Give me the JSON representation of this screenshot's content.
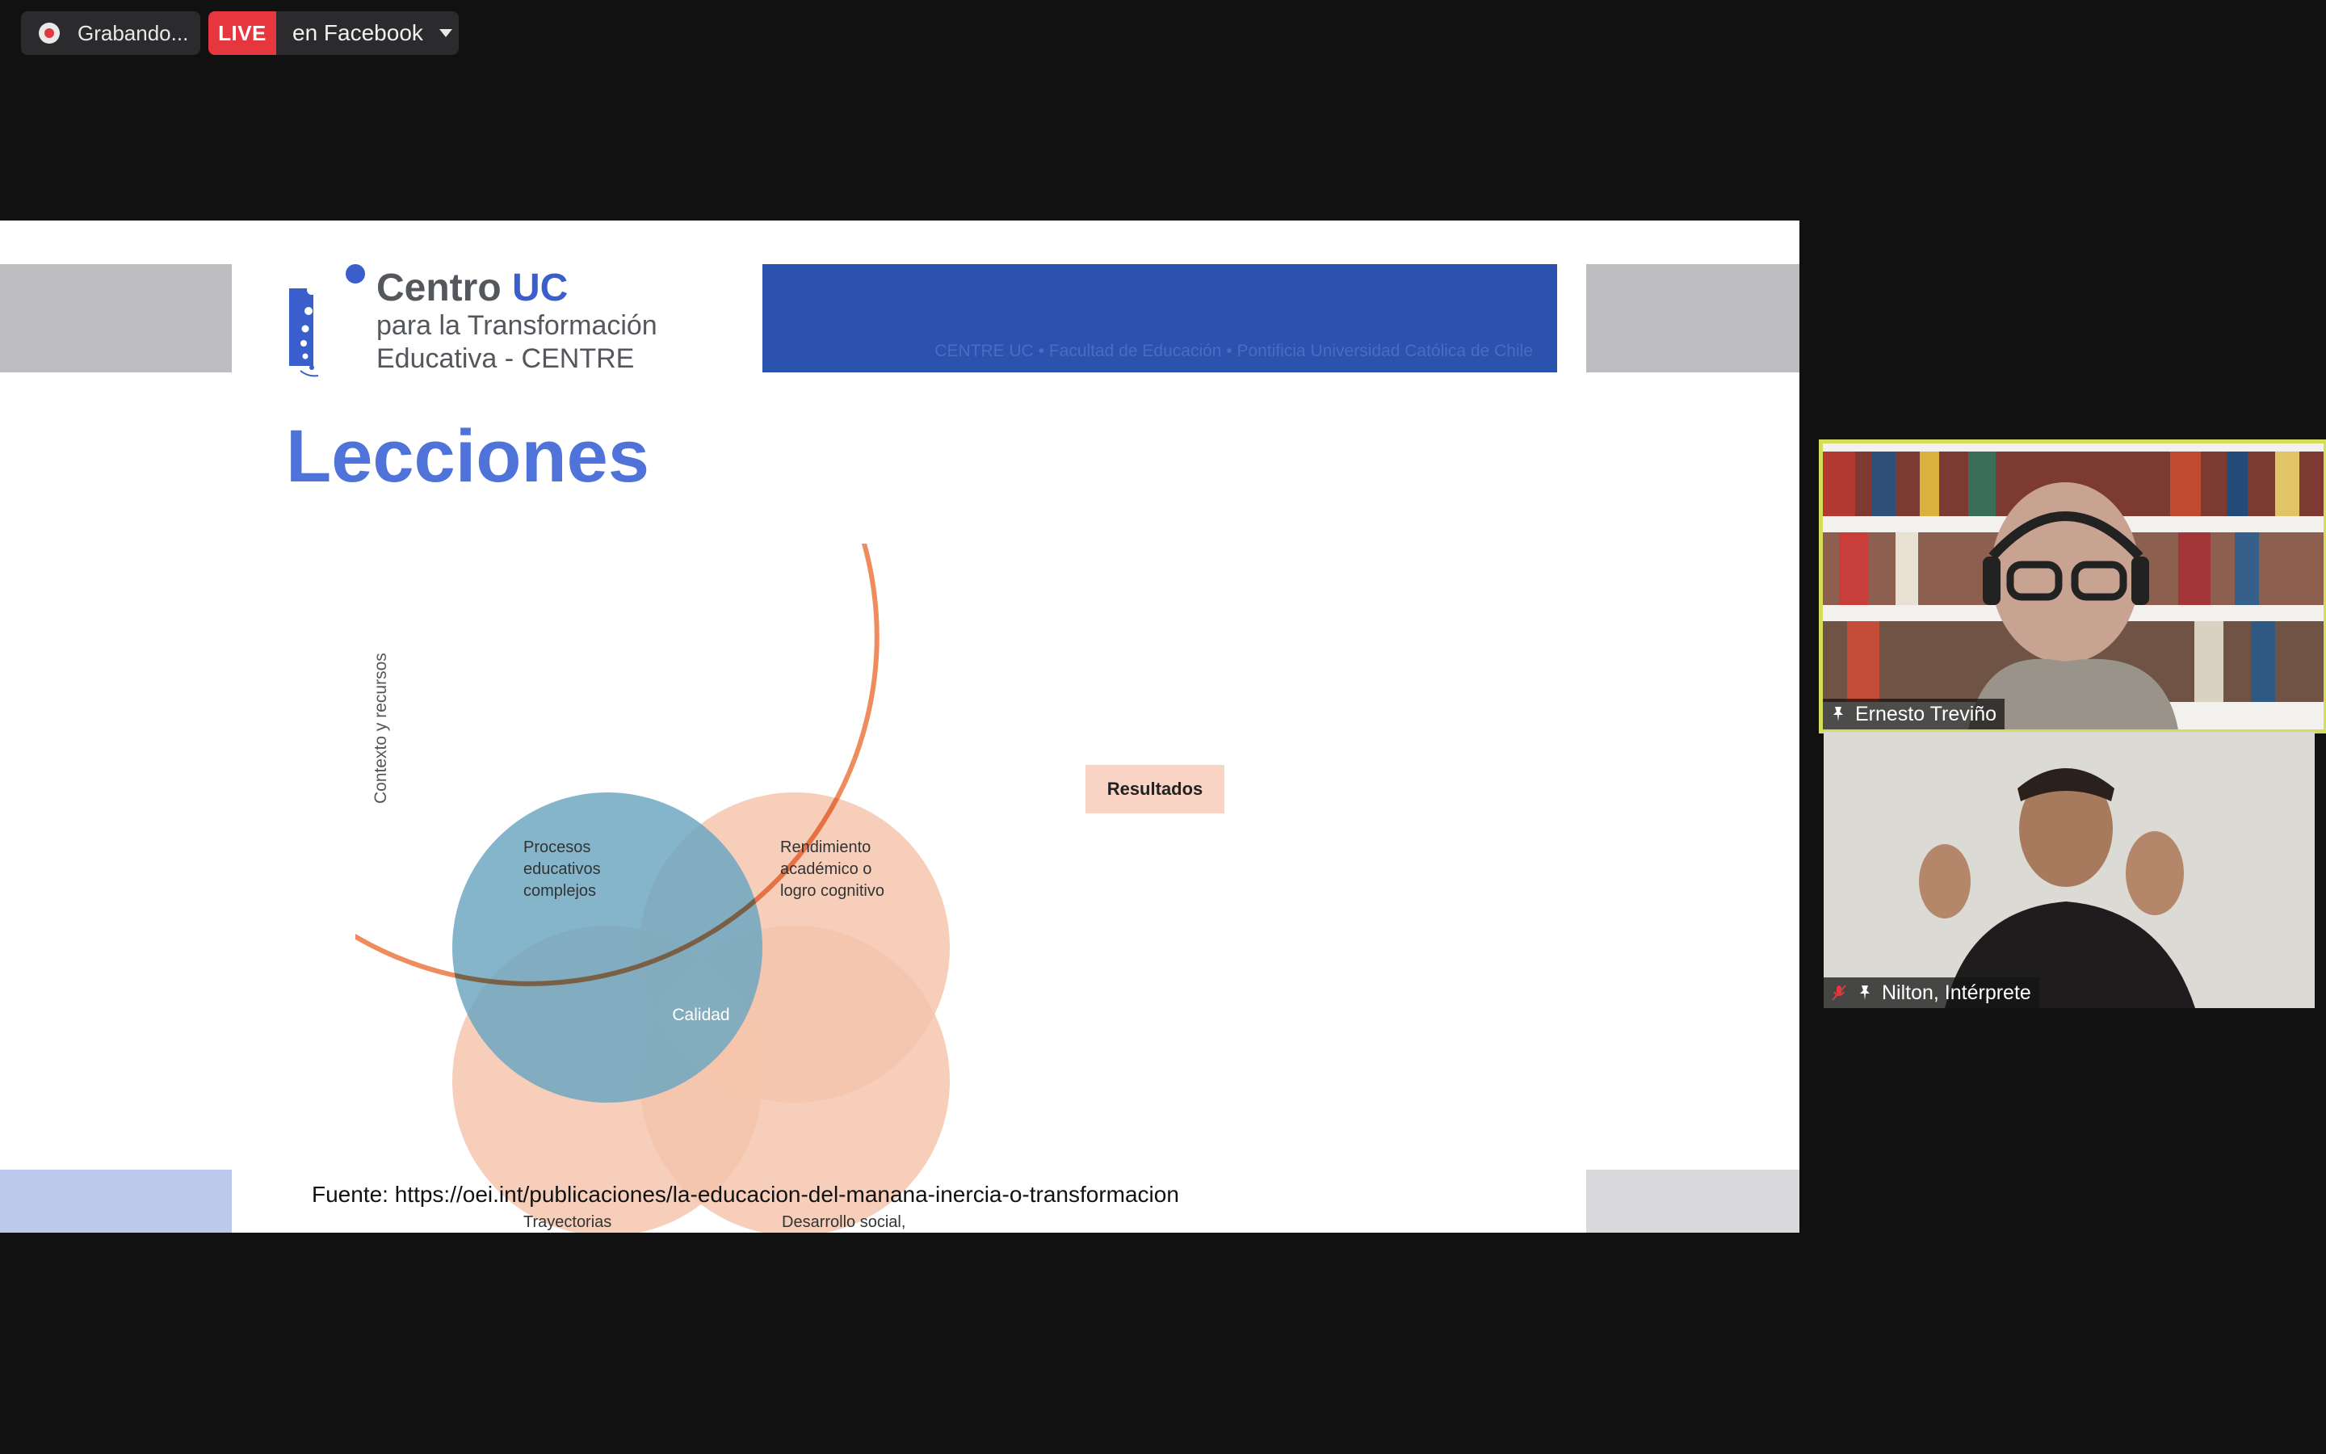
{
  "status_bar": {
    "recording_label": "Grabando...",
    "live_badge": "LIVE",
    "live_destination": "en Facebook"
  },
  "slide": {
    "logo_title_main": "Centro ",
    "logo_title_accent": "UC",
    "logo_sub_line1": "para la Transformación",
    "logo_sub_line2": "Educativa - CENTRE",
    "header_bar_text": "CENTRE UC  •  Facultad de Educación  •  Pontificia Universidad Católica de Chile",
    "title": "Lecciones",
    "venn": {
      "side_label": "Contexto y recursos",
      "circles": [
        {
          "label": "Procesos educativos complejos",
          "color": "#6ea8c2"
        },
        {
          "label": "Rendimiento académico o logro cognitivo",
          "color": "#f6c5ad"
        },
        {
          "label": "Trayectorias escolares positivas",
          "color": "#f6c5ad"
        },
        {
          "label": "Desarrollo social, emocional, físico y ciudadano",
          "color": "#f6c5ad"
        }
      ],
      "center_label": "Calidad",
      "arc_color": "#ee8c5d"
    },
    "results_label": "Resultados",
    "source": "Fuente: https://oei.int/publicaciones/la-educacion-del-manana-inercia-o-transformacion"
  },
  "participants": [
    {
      "name": "Ernesto Treviño",
      "active_speaker": true,
      "icon": "pin-icon"
    },
    {
      "name": "Nilton, Intérprete",
      "active_speaker": false,
      "icons": [
        "muted-mic-icon",
        "pin-icon"
      ]
    }
  ],
  "colors": {
    "background": "#111111",
    "slide_blue": "#2b52ac",
    "title_blue": "#4f73d8",
    "speaker_border": "#d6dd5a",
    "live_red": "#e5373d"
  }
}
